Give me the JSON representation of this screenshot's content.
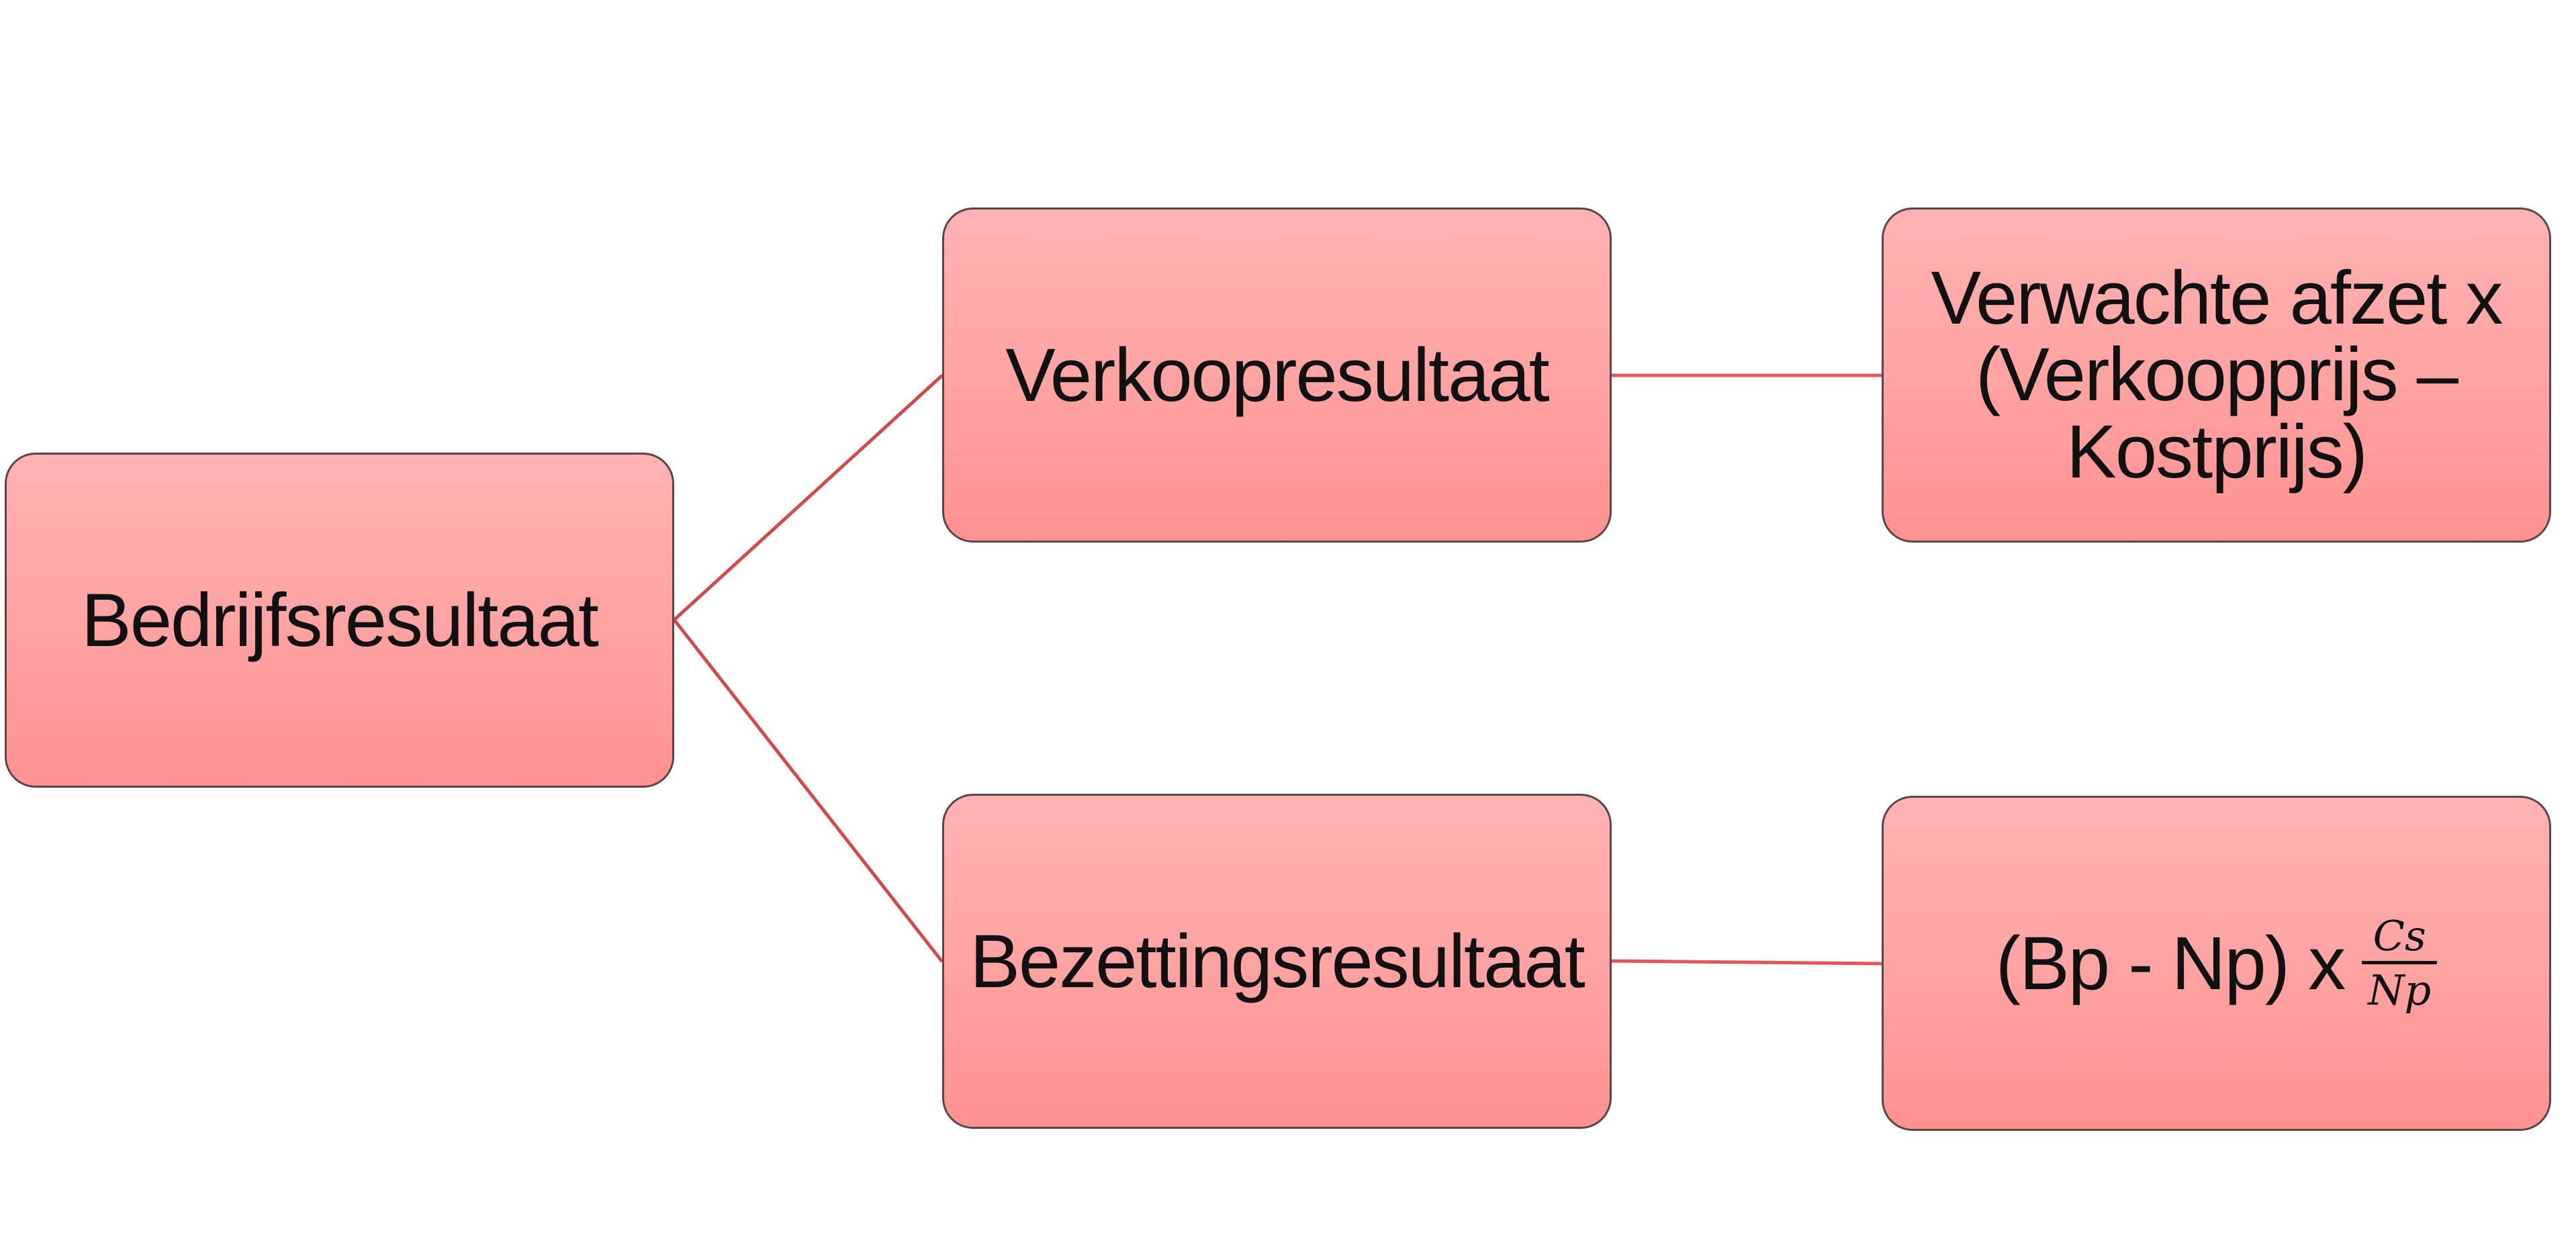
{
  "diagram": {
    "type": "hierarchy",
    "colors": {
      "node_fill_top": "#ffb2b2",
      "node_fill_bottom": "#ff9191",
      "node_border": "#5a4646",
      "connector": "#dd4f55",
      "text": "#111111"
    },
    "root": {
      "label": "Bedrijfsresultaat"
    },
    "branches": [
      {
        "label": "Verkoopresultaat",
        "formula": {
          "lines": [
            "Verwachte afzet x",
            "(Verkoopprijs –",
            "Kostprijs)"
          ]
        }
      },
      {
        "label": "Bezettingsresultaat",
        "formula": {
          "prefix": "(Bp - Np) x",
          "fraction_numerator": "Cs",
          "fraction_denominator": "Np"
        }
      }
    ]
  }
}
